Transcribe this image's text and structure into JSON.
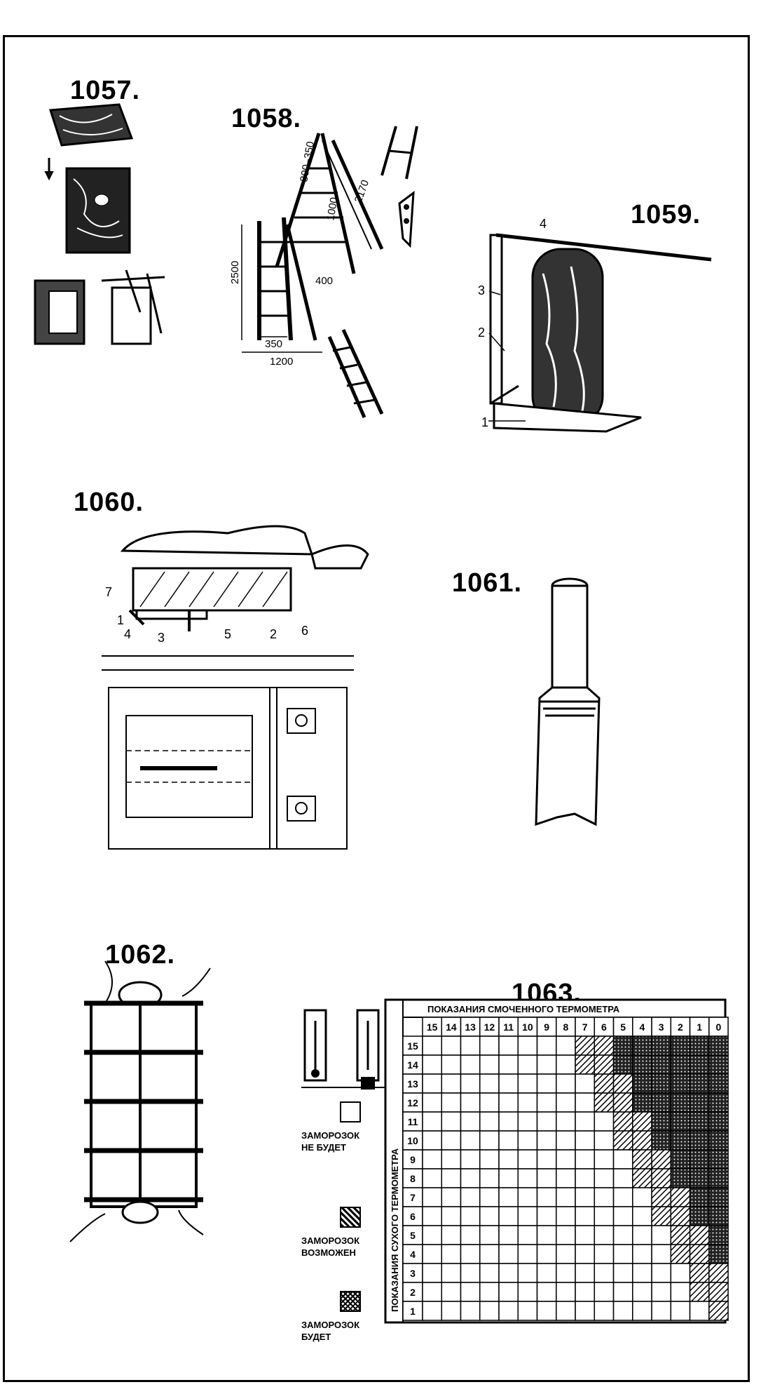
{
  "figures": {
    "f1057": {
      "label": "1057."
    },
    "f1058": {
      "label": "1058.",
      "dims": [
        "300–350",
        "2500",
        "1000",
        "2170",
        "350",
        "1200",
        "400"
      ]
    },
    "f1059": {
      "label": "1059.",
      "callouts": [
        "1",
        "2",
        "3",
        "4"
      ]
    },
    "f1060": {
      "label": "1060.",
      "callouts": [
        "1",
        "2",
        "3",
        "4",
        "5",
        "6",
        "7"
      ]
    },
    "f1061": {
      "label": "1061."
    },
    "f1062": {
      "label": "1062."
    },
    "f1063": {
      "label": "1063.",
      "table_header": "ПОКАЗАНИЯ   СМОЧЕННОГО   ТЕРМОМЕТРА",
      "row_header": "ПОКАЗАНИЯ   СУХОГО   ТЕРМОМЕТРА",
      "wet_values": [
        "15",
        "14",
        "13",
        "12",
        "11",
        "10",
        "9",
        "8",
        "7",
        "6",
        "5",
        "4",
        "3",
        "2",
        "1",
        "0"
      ],
      "dry_values": [
        "15",
        "14",
        "13",
        "12",
        "11",
        "10",
        "9",
        "8",
        "7",
        "6",
        "5",
        "4",
        "3",
        "2",
        "1"
      ],
      "legend": [
        {
          "text_1": "ЗАМОРОЗОК",
          "text_2": "НЕ   БУДЕТ"
        },
        {
          "text_1": "ЗАМОРОЗОК",
          "text_2": "ВОЗМОЖЕН"
        },
        {
          "text_1": "ЗАМОРОЗОК",
          "text_2": "БУДЕТ"
        }
      ]
    }
  }
}
